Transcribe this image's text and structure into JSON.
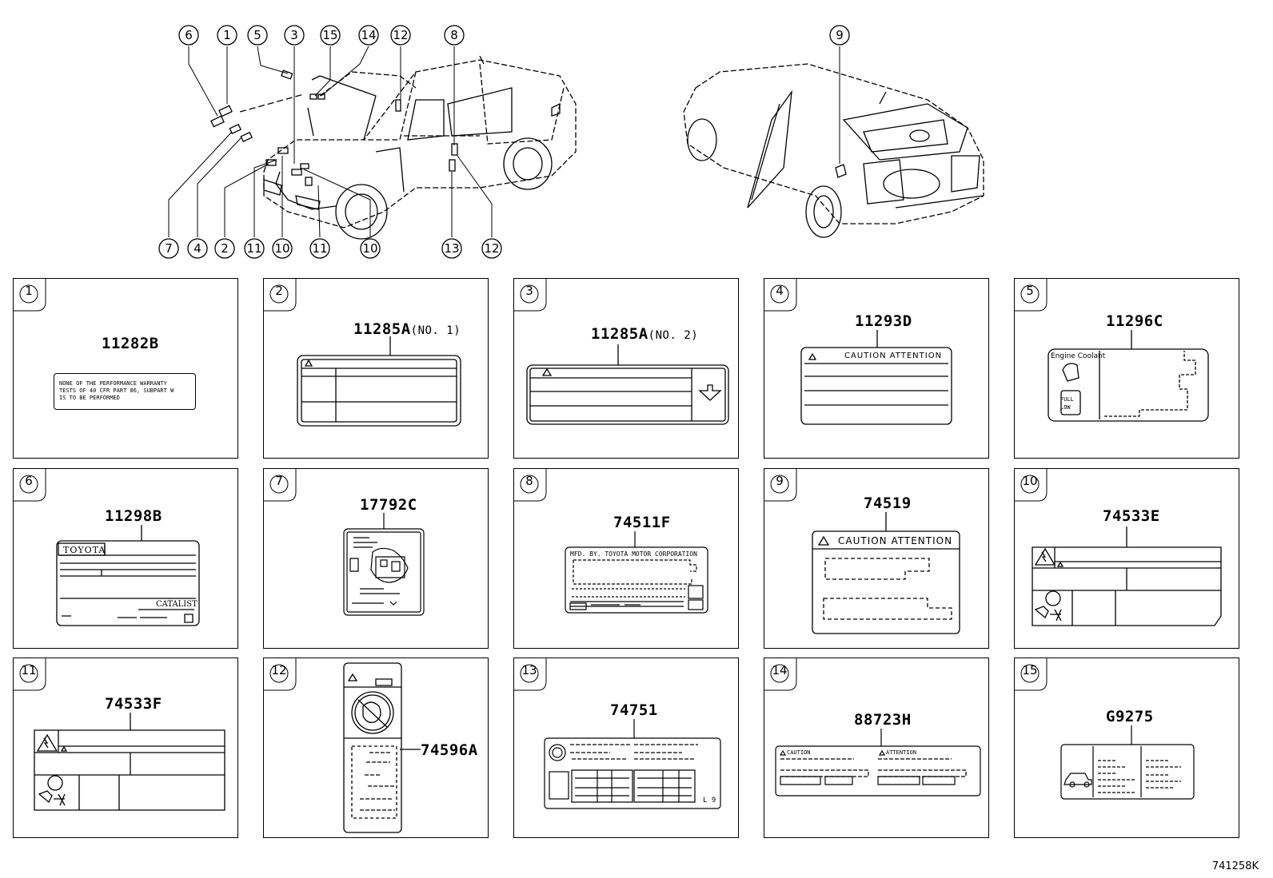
{
  "figure_id": "741258K",
  "callouts_front": {
    "top": [
      "6",
      "1",
      "5",
      "3",
      "15",
      "14",
      "12",
      "8"
    ],
    "bottom": [
      "7",
      "4",
      "2",
      "11",
      "10",
      "11",
      "10",
      "13",
      "12"
    ]
  },
  "callouts_rear": [
    "9"
  ],
  "panels": [
    {
      "num": "1",
      "part": "11282B",
      "suffix": "",
      "text": [
        "NONE OF THE PERFORMANCE WARRANTY",
        "TESTS OF 40 CFR PART 86, SUBPART W",
        "IS TO BE PERFORMED"
      ]
    },
    {
      "num": "2",
      "part": "11285A",
      "suffix": "(NO. 1)"
    },
    {
      "num": "3",
      "part": "11285A",
      "suffix": "(NO. 2)"
    },
    {
      "num": "4",
      "part": "11293D",
      "suffix": "",
      "header": "CAUTION  ATTENTION"
    },
    {
      "num": "5",
      "part": "11296C",
      "suffix": "",
      "header": "Engine Coolant",
      "levels": [
        "FULL",
        "LOW"
      ]
    },
    {
      "num": "6",
      "part": "11298B",
      "suffix": "",
      "brand": "TOYOTA",
      "footer": "CATALIST"
    },
    {
      "num": "7",
      "part": "17792C",
      "suffix": ""
    },
    {
      "num": "8",
      "part": "74511F",
      "suffix": "",
      "header": "MFD. BY. TOYOTA MOTOR CORPORATION"
    },
    {
      "num": "9",
      "part": "74519",
      "suffix": "",
      "header": "CAUTION ATTENTION"
    },
    {
      "num": "10",
      "part": "74533E",
      "suffix": ""
    },
    {
      "num": "11",
      "part": "74533F",
      "suffix": ""
    },
    {
      "num": "12",
      "part": "74596A",
      "suffix": ""
    },
    {
      "num": "13",
      "part": "74751",
      "suffix": "",
      "corner": "L 9"
    },
    {
      "num": "14",
      "part": "88723H",
      "suffix": "",
      "left_header": "CAUTION",
      "right_header": "ATTENTION"
    },
    {
      "num": "15",
      "part": "G9275",
      "suffix": ""
    }
  ]
}
